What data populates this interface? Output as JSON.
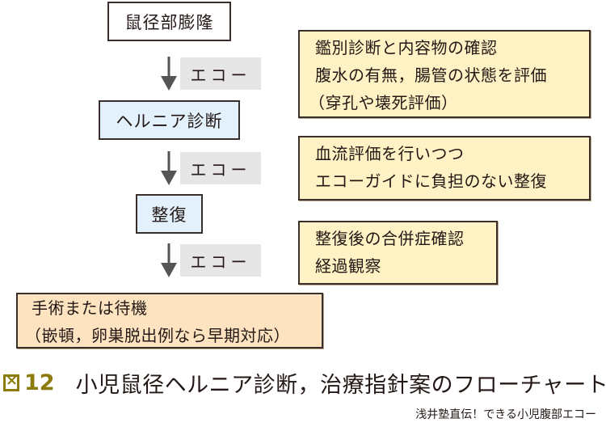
{
  "flow": {
    "step1": "鼠径部膨隆",
    "step2": "ヘルニア診断",
    "step3": "整復",
    "step4": [
      "手術または待機",
      "（嵌頓，卵巣脱出例なら早期対応）"
    ],
    "echo_label": "エコー"
  },
  "notes": {
    "note1": [
      "鑑別診断と内容物の確認",
      "腹水の有無，腸管の状態を評価",
      "（穿孔や壊死評価）"
    ],
    "note2": [
      "血流評価を行いつつ",
      "エコーガイドに負担のない整復"
    ],
    "note3": [
      "整復後の合併症確認",
      "経過観察"
    ]
  },
  "caption": {
    "figure_number": "12",
    "title": "小児鼠径ヘルニア診断，治療指針案のフローチャート",
    "source": "浅井塾直伝！できる小児腹部エコー"
  },
  "colors": {
    "box_white": "#ffffff",
    "box_blue": "#e2f1fc",
    "note_yellow": "#fff2c4",
    "result_peach": "#fde3bf",
    "echo_grey": "#e6e6e6",
    "arrow": "#555555",
    "figure_accent": "#8b7c0d"
  }
}
